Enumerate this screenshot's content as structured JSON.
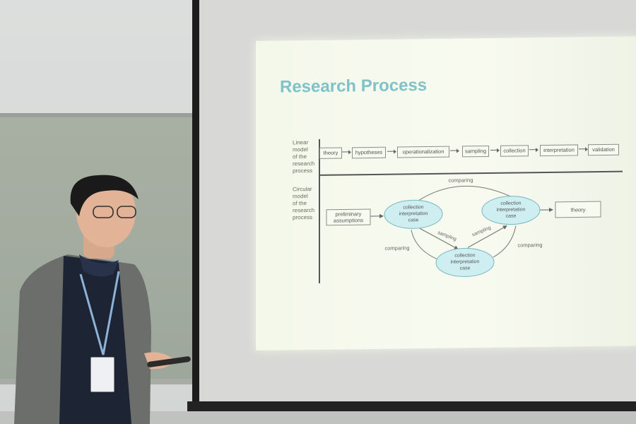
{
  "slide": {
    "title": "Research Process",
    "linear_label": [
      "Linear",
      "model",
      "of the",
      "research",
      "process"
    ],
    "circular_label": [
      "Circular",
      "model",
      "of the",
      "research",
      "process"
    ],
    "linear_steps": [
      "theory",
      "hypotheses",
      "operationalization",
      "sampling",
      "collection",
      "interpretation",
      "validation"
    ],
    "circular": {
      "preliminary": [
        "preliminary",
        "assumptions"
      ],
      "ellipse_lines": [
        "collection",
        "interpretation",
        "case"
      ],
      "theory": "theory",
      "comparing": "comparing",
      "sampling": "sampling"
    }
  },
  "colors": {
    "title": "#7fc2c9",
    "ellipse_fill": "#cfeef2",
    "ellipse_stroke": "#7ab8c0"
  }
}
